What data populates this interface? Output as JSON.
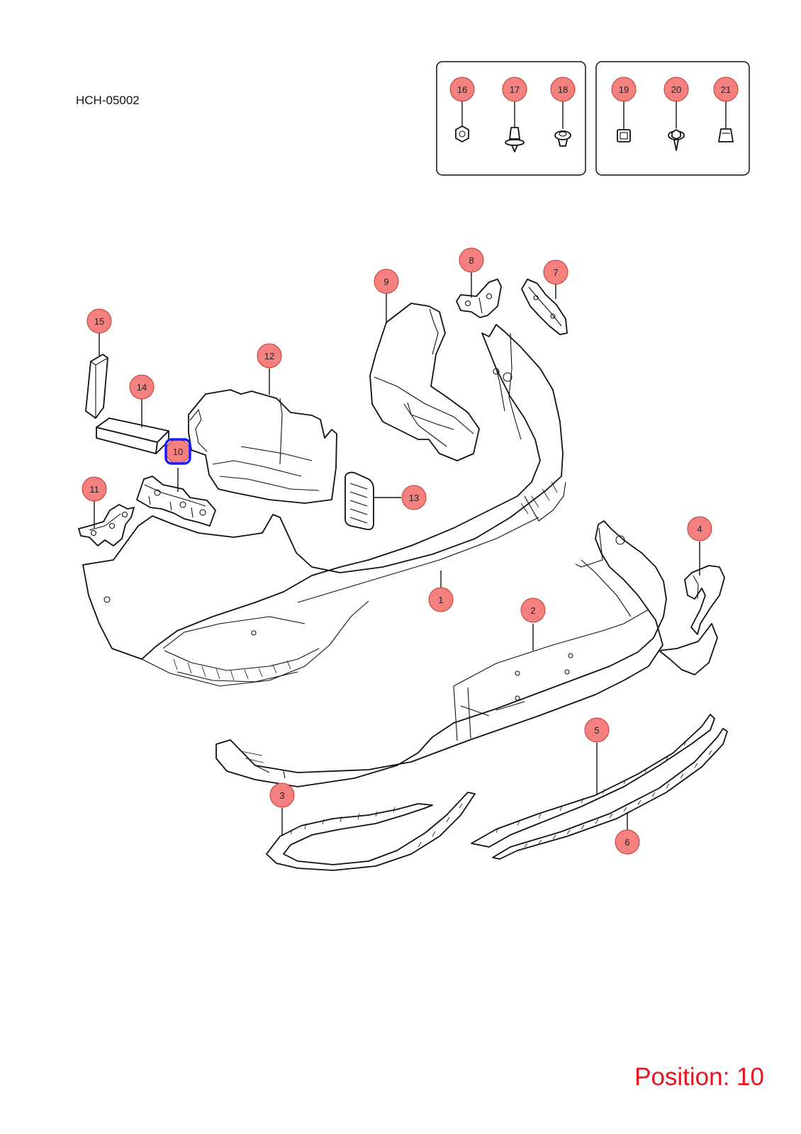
{
  "diagram_code": "HCH-05002",
  "position_readout": "Position: 10",
  "selected_position": "10",
  "colors": {
    "callout_fill": "#f58080",
    "callout_stroke": "#c0392b",
    "highlight": "#1a1aff",
    "readout": "#e8141c",
    "line": "#111111"
  },
  "fastener_groups": [
    {
      "name": "group-a",
      "callouts": [
        "16",
        "17",
        "18"
      ]
    },
    {
      "name": "group-b",
      "callouts": [
        "19",
        "20",
        "21"
      ]
    }
  ],
  "callouts": [
    "1",
    "2",
    "3",
    "4",
    "5",
    "6",
    "7",
    "8",
    "9",
    "10",
    "11",
    "12",
    "13",
    "14",
    "15",
    "16",
    "17",
    "18",
    "19",
    "20",
    "21"
  ],
  "icons": {
    "16": "hex-nut-icon",
    "17": "push-rivet-icon",
    "18": "grommet-clip-icon",
    "19": "square-clip-icon",
    "20": "flange-screw-icon",
    "21": "retainer-clip-icon"
  }
}
